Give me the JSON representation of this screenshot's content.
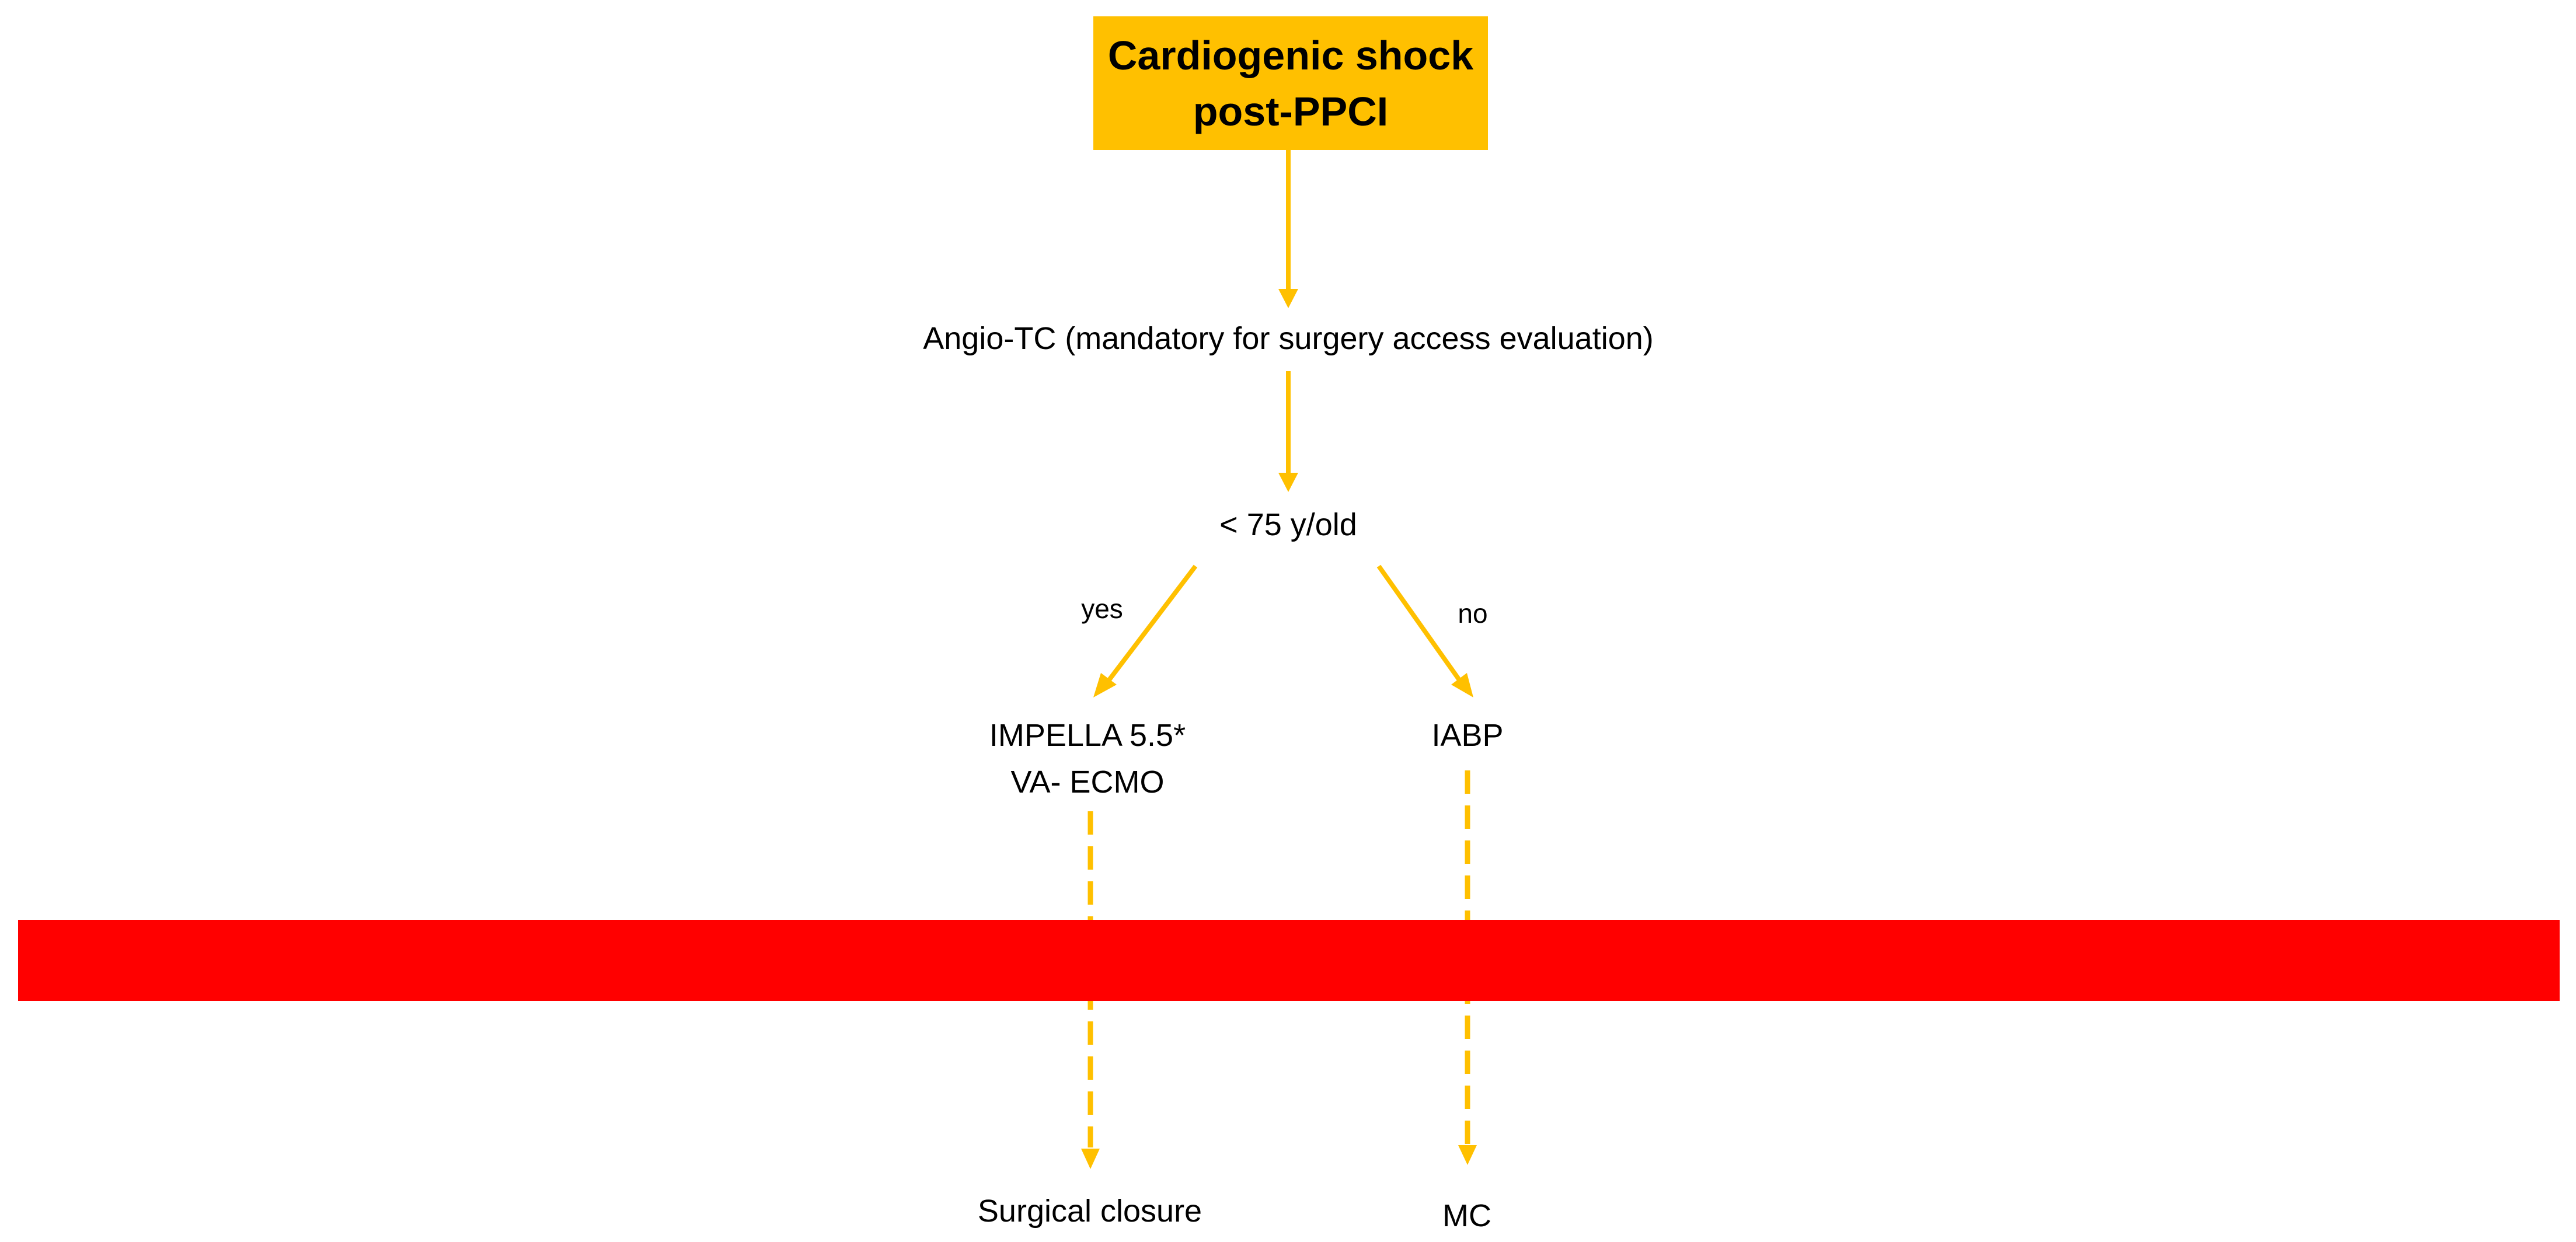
{
  "diagram": {
    "start": {
      "line1": "Cardiogenic shock",
      "line2": "post-PPCI"
    },
    "step_angio": "Angio-TC (mandatory for surgery access evaluation)",
    "decision_age": "< 75 y/old",
    "branch_yes": "yes",
    "branch_no": "no",
    "yes_outcome": {
      "line1": "IMPELLA 5.5*",
      "line2": "VA- ECMO"
    },
    "no_outcome": "IABP",
    "final_yes": "Surgical closure",
    "final_no": "MC"
  },
  "colors": {
    "start_fill": "#ffc000",
    "arrow": "#ffc000",
    "band": "#ff0000"
  }
}
